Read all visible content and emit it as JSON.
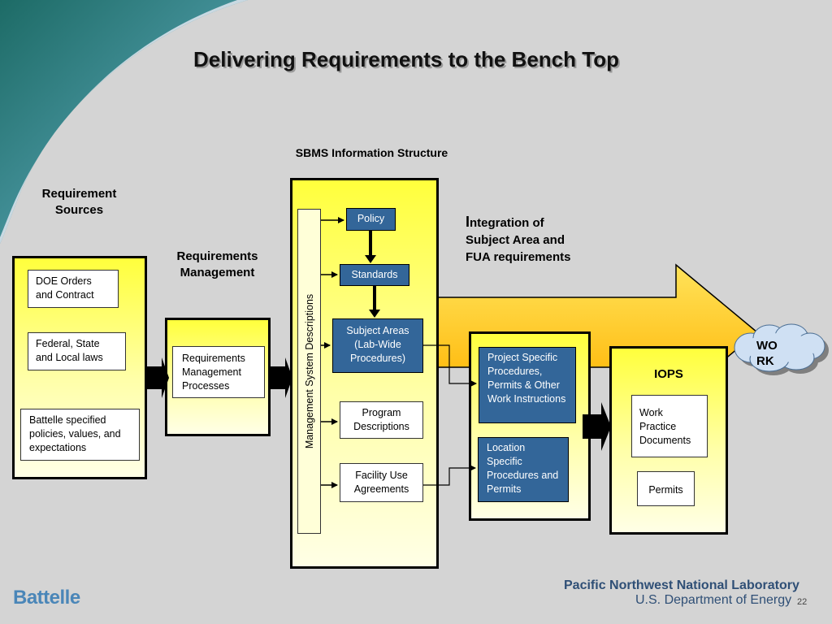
{
  "title": "Delivering Requirements to the Bench Top",
  "header": "SBMS Information Structure",
  "labels": {
    "requirement_sources": "Requirement Sources",
    "requirements_management": "Requirements Management",
    "integration_first": "I",
    "integration_rest": "ntegration of Subject Area and FUA requirements",
    "iops": "IOPS",
    "work": "WORK"
  },
  "sources": [
    "DOE Orders and Contract",
    "Federal, State and Local laws",
    "Battelle specified policies, values, and expectations"
  ],
  "management_processes": "Requirements Management Processes",
  "vertical_label": "Management System Descriptions",
  "sbms_items": {
    "policy": "Policy",
    "standards": "Standards",
    "subject_areas": "Subject Areas (Lab-Wide Procedures)",
    "program_descriptions": "Program Descriptions",
    "facility_use": "Facility Use Agreements"
  },
  "integration_items": {
    "project_specific": "Project Specific Procedures, Permits & Other Work  Instructions",
    "location_specific": "Location Specific Procedures and Permits"
  },
  "iops_items": {
    "work_practice": "Work Practice Documents",
    "permits": "Permits"
  },
  "footer": {
    "logo": "Battelle",
    "lab": "Pacific Northwest National Laboratory",
    "doe": "U.S. Department of Energy",
    "page": "22"
  },
  "colors": {
    "background": "#d4d4d4",
    "panel_yellow": "#ffff3c",
    "accent_blue": "#336699",
    "arrow_orange": "#ffc000",
    "cloud": "#cfe0f3"
  }
}
